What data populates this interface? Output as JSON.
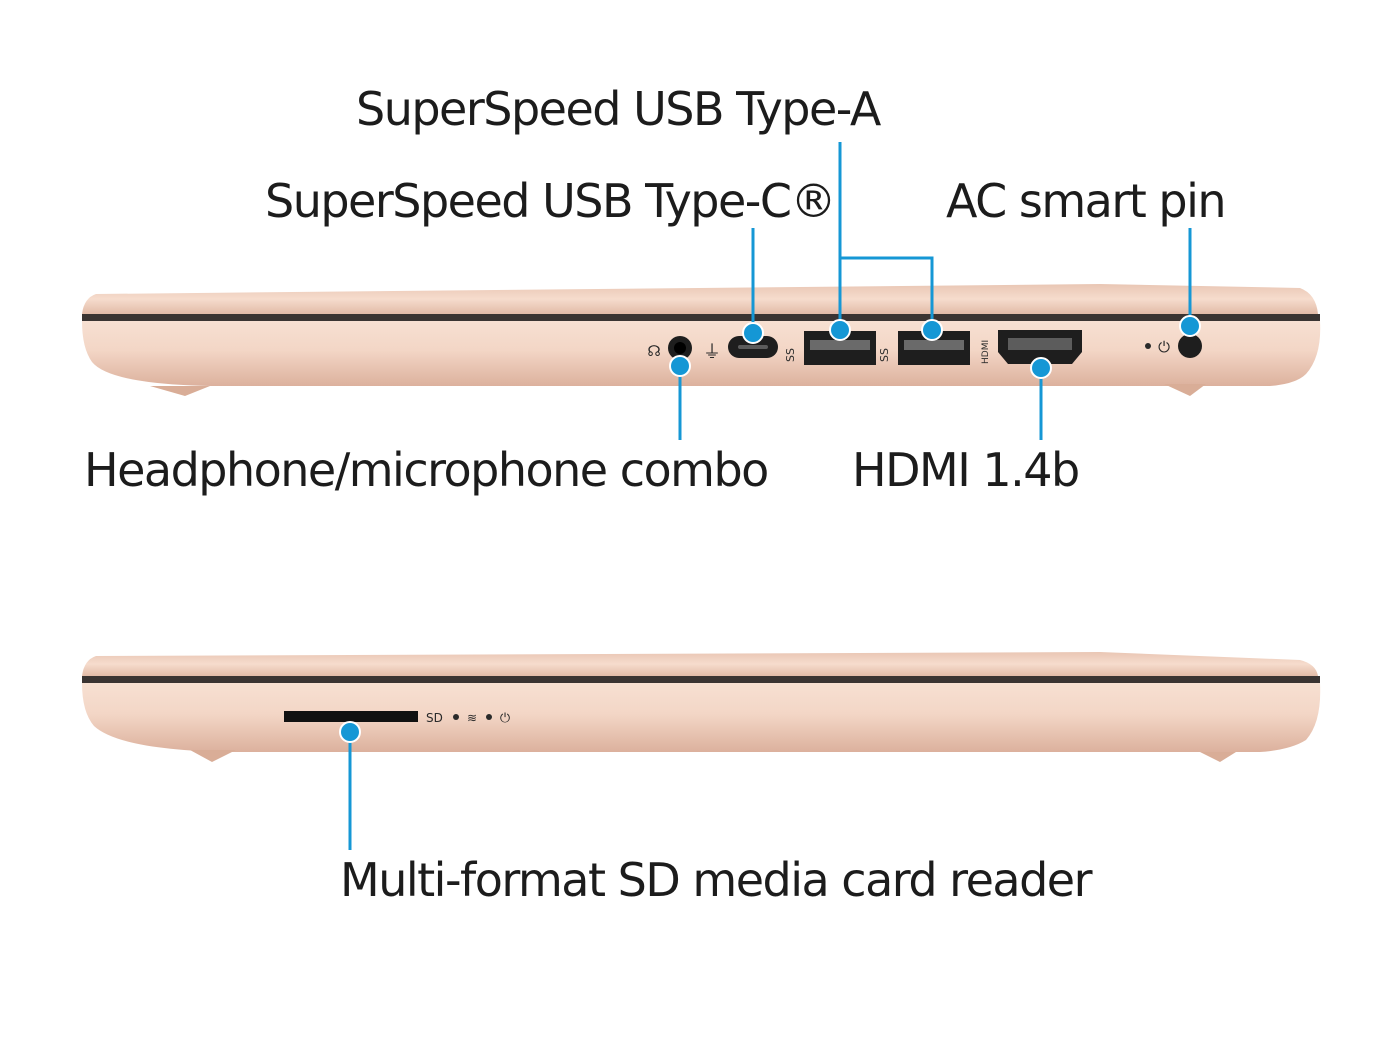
{
  "callouts": {
    "usb_type_a": "SuperSpeed USB Type-A",
    "usb_type_c": "SuperSpeed USB Type-C®",
    "ac_smart_pin": "AC smart pin",
    "headphone_combo": "Headphone/microphone combo",
    "hdmi": "HDMI 1.4b",
    "sd_reader": "Multi-format SD media card reader"
  },
  "port_markings": {
    "superspeed": "SS",
    "hdmi": "HDMI",
    "sd": "SD"
  },
  "icons": {
    "headphone": "headphone-icon",
    "usb": "usb-icon",
    "power_plug": "power-plug-icon",
    "storage": "storage-activity-icon",
    "power": "power-icon"
  },
  "colors": {
    "callout_line": "#1597d5",
    "callout_dot": "#1597d5",
    "chassis": "#f2d7c8",
    "chassis_shadow": "#d9b29f",
    "port": "#1e1e1e",
    "label_text": "#1c1c1c"
  }
}
